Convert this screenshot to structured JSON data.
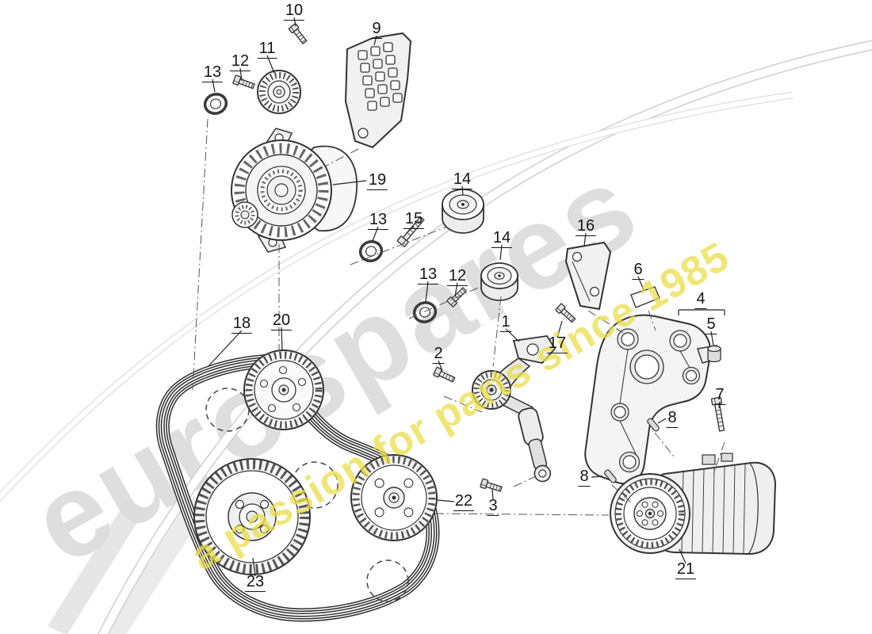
{
  "watermark": {
    "brand": "eurospares",
    "tagline": "a passion for parts since 1985",
    "brand_color": "#9e9e9e",
    "tagline_color": "#e9dd48"
  },
  "colors": {
    "line_art": "#333333",
    "background": "#ffffff",
    "dashed_reference": "#555555"
  },
  "callouts": [
    {
      "id": "10",
      "label": "10"
    },
    {
      "id": "9",
      "label": "9"
    },
    {
      "id": "11",
      "label": "11"
    },
    {
      "id": "12a",
      "label": "12"
    },
    {
      "id": "13a",
      "label": "13"
    },
    {
      "id": "19",
      "label": "19"
    },
    {
      "id": "14a",
      "label": "14"
    },
    {
      "id": "13b",
      "label": "13"
    },
    {
      "id": "15",
      "label": "15"
    },
    {
      "id": "14b",
      "label": "14"
    },
    {
      "id": "16",
      "label": "16"
    },
    {
      "id": "6",
      "label": "6"
    },
    {
      "id": "4",
      "label": "4"
    },
    {
      "id": "5",
      "label": "5"
    },
    {
      "id": "13c",
      "label": "13"
    },
    {
      "id": "12b",
      "label": "12"
    },
    {
      "id": "17",
      "label": "17"
    },
    {
      "id": "1",
      "label": "1"
    },
    {
      "id": "2",
      "label": "2"
    },
    {
      "id": "18",
      "label": "18"
    },
    {
      "id": "20",
      "label": "20"
    },
    {
      "id": "7",
      "label": "7"
    },
    {
      "id": "8a",
      "label": "8"
    },
    {
      "id": "8b",
      "label": "8"
    },
    {
      "id": "3",
      "label": "3"
    },
    {
      "id": "22",
      "label": "22"
    },
    {
      "id": "23",
      "label": "23"
    },
    {
      "id": "21",
      "label": "21"
    }
  ]
}
